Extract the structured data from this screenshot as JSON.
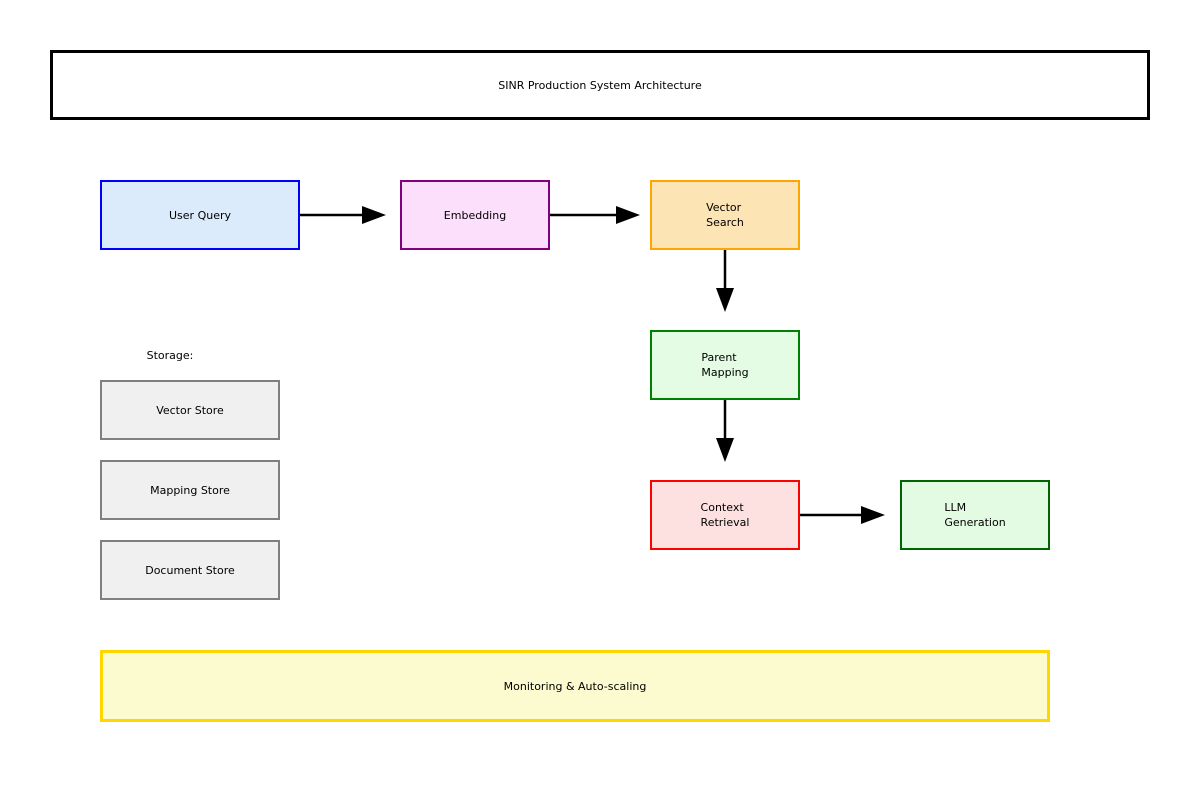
{
  "diagram": {
    "title": "SINR Production System Architecture",
    "nodes": {
      "user_query": {
        "label": "User Query",
        "fill": "#dcebfb",
        "border": "#0000ff"
      },
      "embedding": {
        "label": "Embedding",
        "fill": "#fbdffb",
        "border": "#800080"
      },
      "vector_search": {
        "label": "Vector\nSearch",
        "fill": "#fde4b5",
        "border": "#ffa500"
      },
      "parent_mapping": {
        "label": "Parent\nMapping",
        "fill": "#e3fce3",
        "border": "#008000"
      },
      "context_retrieval": {
        "label": "Context\nRetrieval",
        "fill": "#fde1e0",
        "border": "#ff0000"
      },
      "llm_generation": {
        "label": "LLM\nGeneration",
        "fill": "#e3fbe3",
        "border": "#006400"
      }
    },
    "storage": {
      "heading": "Storage:",
      "fill": "#f0f0f0",
      "border": "#808080",
      "items": [
        {
          "label": "Vector Store"
        },
        {
          "label": "Mapping Store"
        },
        {
          "label": "Document Store"
        }
      ]
    },
    "monitoring": {
      "label": "Monitoring & Auto-scaling",
      "fill": "#fcfacf",
      "border": "#ffd700"
    },
    "arrow_color": "#000000"
  }
}
